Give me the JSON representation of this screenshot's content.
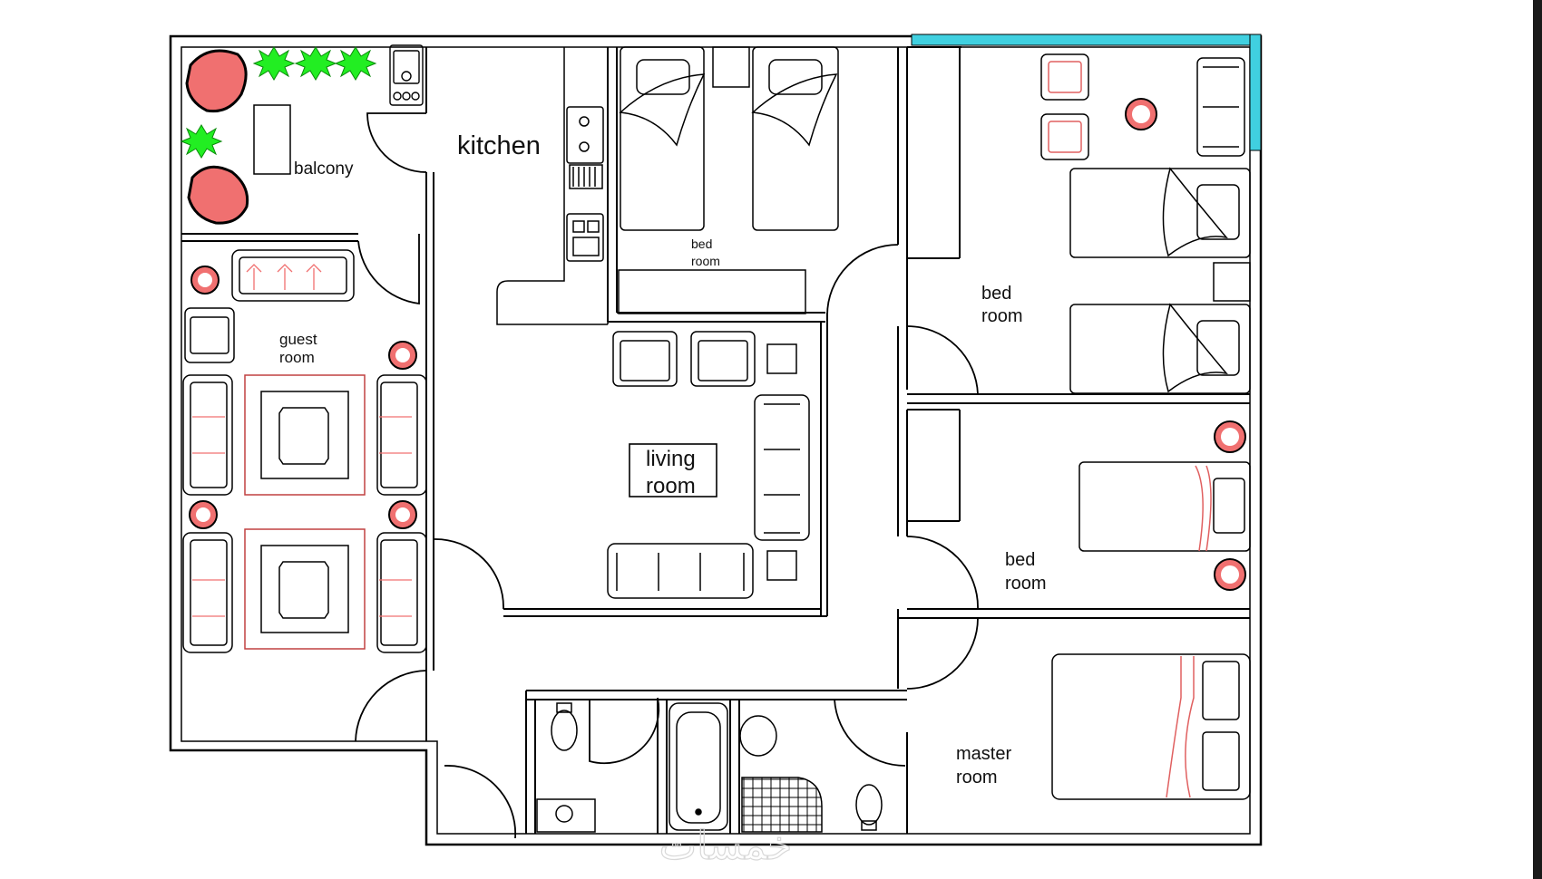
{
  "floor_plan": {
    "rooms": {
      "balcony": "balcony",
      "kitchen": "kitchen",
      "bedroom_center": [
        "bed",
        "room"
      ],
      "guest_room": [
        "guest",
        "room"
      ],
      "living_room": [
        "living",
        "room"
      ],
      "bedroom_top_right": [
        "bed",
        "room"
      ],
      "bedroom_mid_right": [
        "bed",
        "room"
      ],
      "master_room": [
        "master",
        "room"
      ]
    },
    "watermark": "خمسات",
    "colors": {
      "walls": "#000000",
      "seating_fill": "#f07070",
      "seating_accent": "#e06060",
      "plants": "#22ee22",
      "glass_band": "#40d0e0"
    }
  }
}
